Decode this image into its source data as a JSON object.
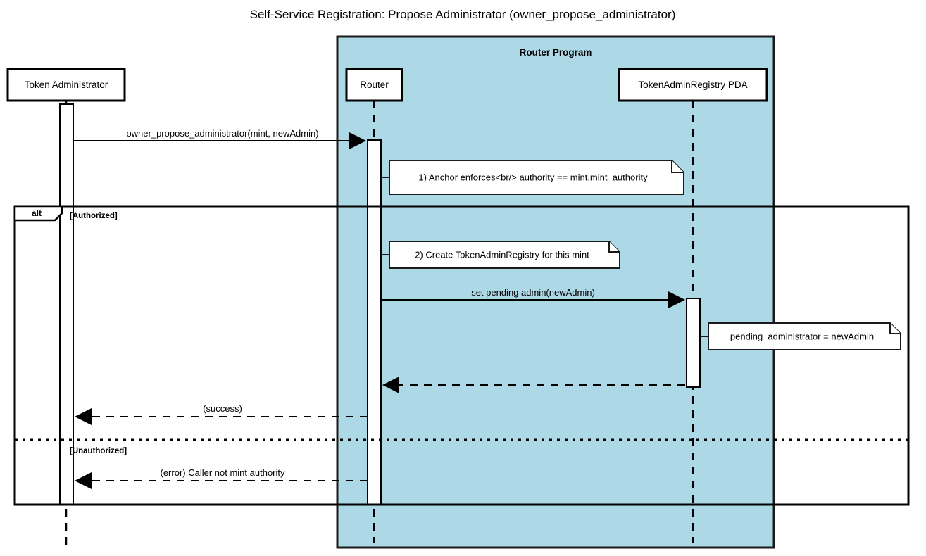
{
  "title": "Self-Service Registration: Propose Administrator (owner_propose_administrator)",
  "group": {
    "label": "Router Program",
    "color": "#add8e6"
  },
  "participants": [
    {
      "id": "token-administrator",
      "label": "Token Administrator"
    },
    {
      "id": "router",
      "label": "Router"
    },
    {
      "id": "token-admin-registry-pda",
      "label": "TokenAdminRegistry PDA"
    }
  ],
  "messages": [
    {
      "id": "m1",
      "label": "owner_propose_administrator(mint, newAdmin)",
      "kind": "solid",
      "from": "token-administrator",
      "to": "router"
    },
    {
      "id": "m2",
      "label": "set pending admin(newAdmin)",
      "kind": "solid",
      "from": "router",
      "to": "token-admin-registry-pda"
    },
    {
      "id": "m3",
      "label": "",
      "kind": "dashed",
      "from": "token-admin-registry-pda",
      "to": "router"
    },
    {
      "id": "m4",
      "label": "(success)",
      "kind": "dashed",
      "from": "router",
      "to": "token-administrator"
    },
    {
      "id": "m5",
      "label": "(error) Caller not mint authority",
      "kind": "dashed",
      "from": "router",
      "to": "token-administrator"
    }
  ],
  "notes": [
    {
      "id": "note1",
      "text": "1) Anchor enforces<br/> authority == mint.mint_authority"
    },
    {
      "id": "note2",
      "text": "2) Create TokenAdminRegistry for this mint"
    },
    {
      "id": "note3",
      "text": "pending_administrator = newAdmin"
    }
  ],
  "fragment": {
    "operator": "alt",
    "conditions": [
      {
        "id": "cond-authorized",
        "label": "[Authorized]"
      },
      {
        "id": "cond-unauthorized",
        "label": "[Unauthorized]"
      }
    ]
  }
}
